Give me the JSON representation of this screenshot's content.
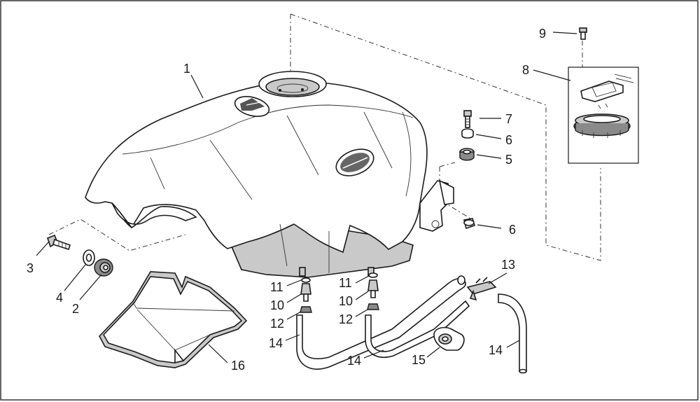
{
  "callouts": {
    "c1": "1",
    "c2": "2",
    "c3": "3",
    "c4": "4",
    "c5": "5",
    "c6a": "6",
    "c6b": "6",
    "c7": "7",
    "c8": "8",
    "c9": "9",
    "c10a": "10",
    "c10b": "10",
    "c11a": "11",
    "c11b": "11",
    "c12a": "12",
    "c12b": "12",
    "c13": "13",
    "c14a": "14",
    "c14b": "14",
    "c14c": "14",
    "c15": "15",
    "c16": "16"
  },
  "colors": {
    "line": "#1a1a1a",
    "shade": "#c9c9c9",
    "dark": "#8a8a8a",
    "border": "#333333"
  }
}
